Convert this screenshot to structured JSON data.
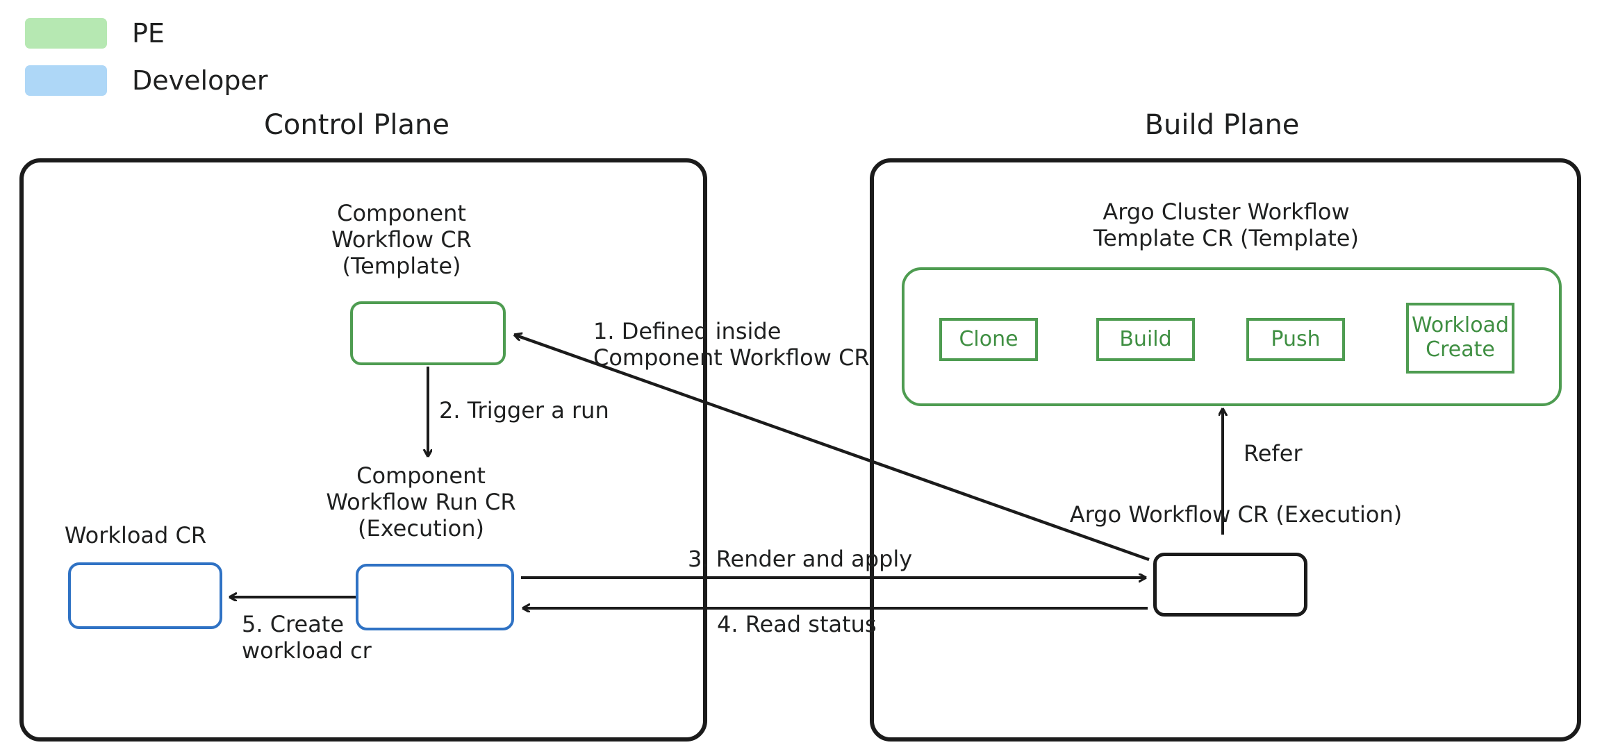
{
  "legend": {
    "items": [
      {
        "label": "PE",
        "color": "#b6e8b2",
        "icon": "legend-swatch-pe"
      },
      {
        "label": "Developer",
        "color": "#aed7f7",
        "icon": "legend-swatch-developer"
      }
    ]
  },
  "planes": {
    "control": {
      "title": "Control Plane",
      "border_color": "#1b1b1b",
      "nodes": {
        "component_workflow_cr": {
          "caption": "Component\nWorkflow CR\n(Template)",
          "owner": "PE",
          "border_color": "#4e9c51"
        },
        "component_workflow_run_cr": {
          "caption": "Component\nWorkflow Run CR\n(Execution)",
          "owner": "Developer",
          "border_color": "#2f72c4"
        },
        "workload_cr": {
          "caption": "Workload CR",
          "owner": "Developer",
          "border_color": "#2f72c4"
        }
      }
    },
    "build": {
      "title": "Build Plane",
      "border_color": "#1b1b1b",
      "nodes": {
        "argo_cluster_workflow_template_cr": {
          "caption": "Argo Cluster Workflow\nTemplate CR (Template)",
          "owner": "PE",
          "border_color": "#4e9c51",
          "steps": [
            {
              "label": "Clone"
            },
            {
              "label": "Build"
            },
            {
              "label": "Push"
            },
            {
              "label": "Workload\nCreate"
            }
          ],
          "step_arrow_glyph": "→"
        },
        "argo_workflow_cr": {
          "caption": "Argo Workflow CR (Execution)",
          "border_color": "#1b1b1b"
        }
      }
    }
  },
  "edges": [
    {
      "id": "defined-inside",
      "label": "1. Defined inside\nComponent Workflow CR"
    },
    {
      "id": "trigger-a-run",
      "label": "2. Trigger a run"
    },
    {
      "id": "render-and-apply",
      "label": "3. Render and apply"
    },
    {
      "id": "read-status",
      "label": "4. Read status"
    },
    {
      "id": "create-workload",
      "label": "5. Create\nworkload cr"
    },
    {
      "id": "refer",
      "label": "Refer"
    }
  ],
  "colors": {
    "pe_green": "#4e9c51",
    "developer_blue": "#2f72c4",
    "outline_black": "#1b1b1b",
    "text": "#1f2020",
    "background": "#ffffff"
  }
}
